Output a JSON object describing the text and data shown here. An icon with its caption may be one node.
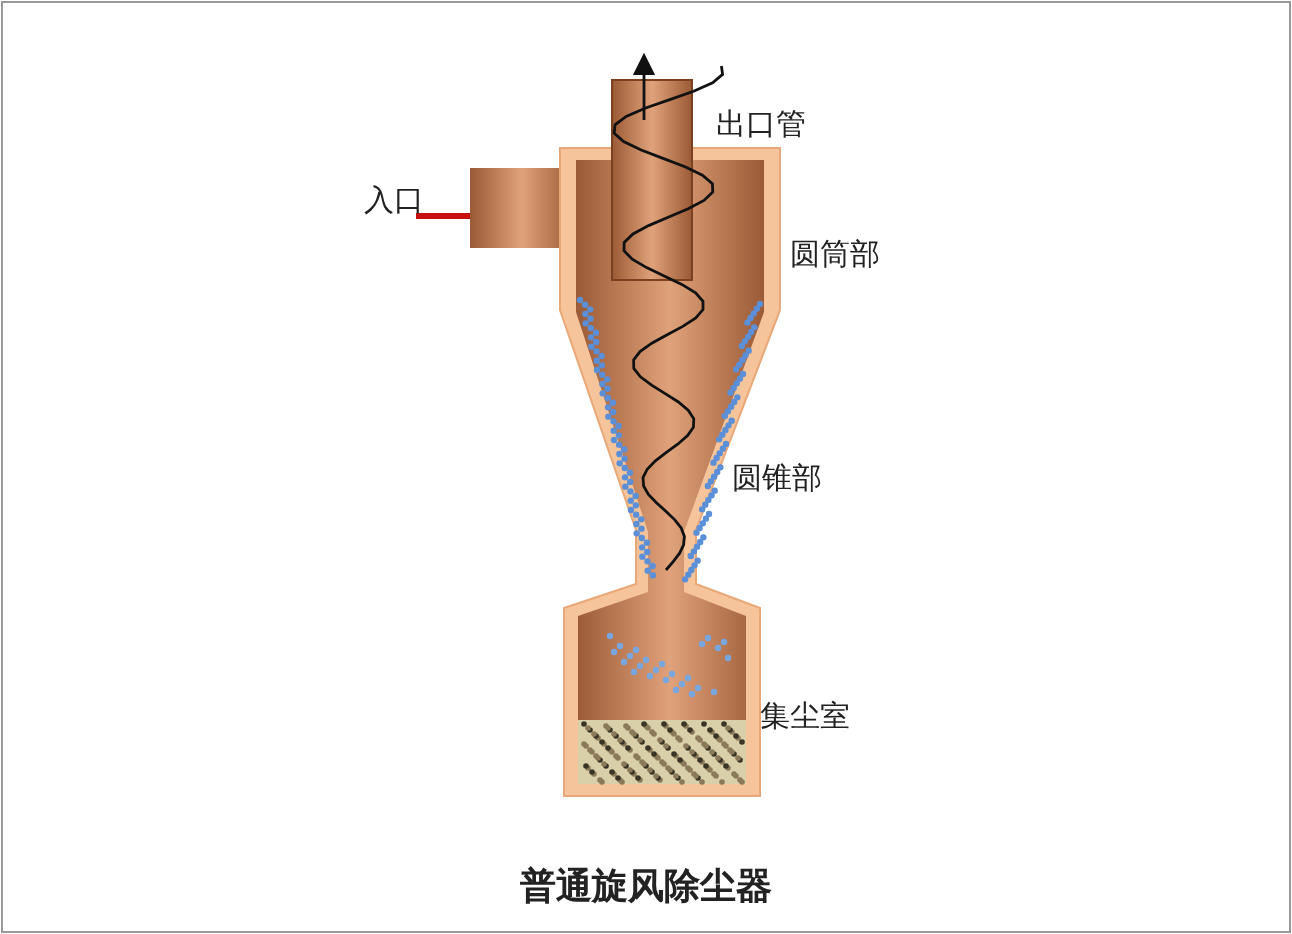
{
  "diagram": {
    "title": "普通旋风除尘器",
    "labels": [
      "出口管",
      "入口",
      "圆筒部",
      "圆锥部",
      "集尘室"
    ]
  }
}
